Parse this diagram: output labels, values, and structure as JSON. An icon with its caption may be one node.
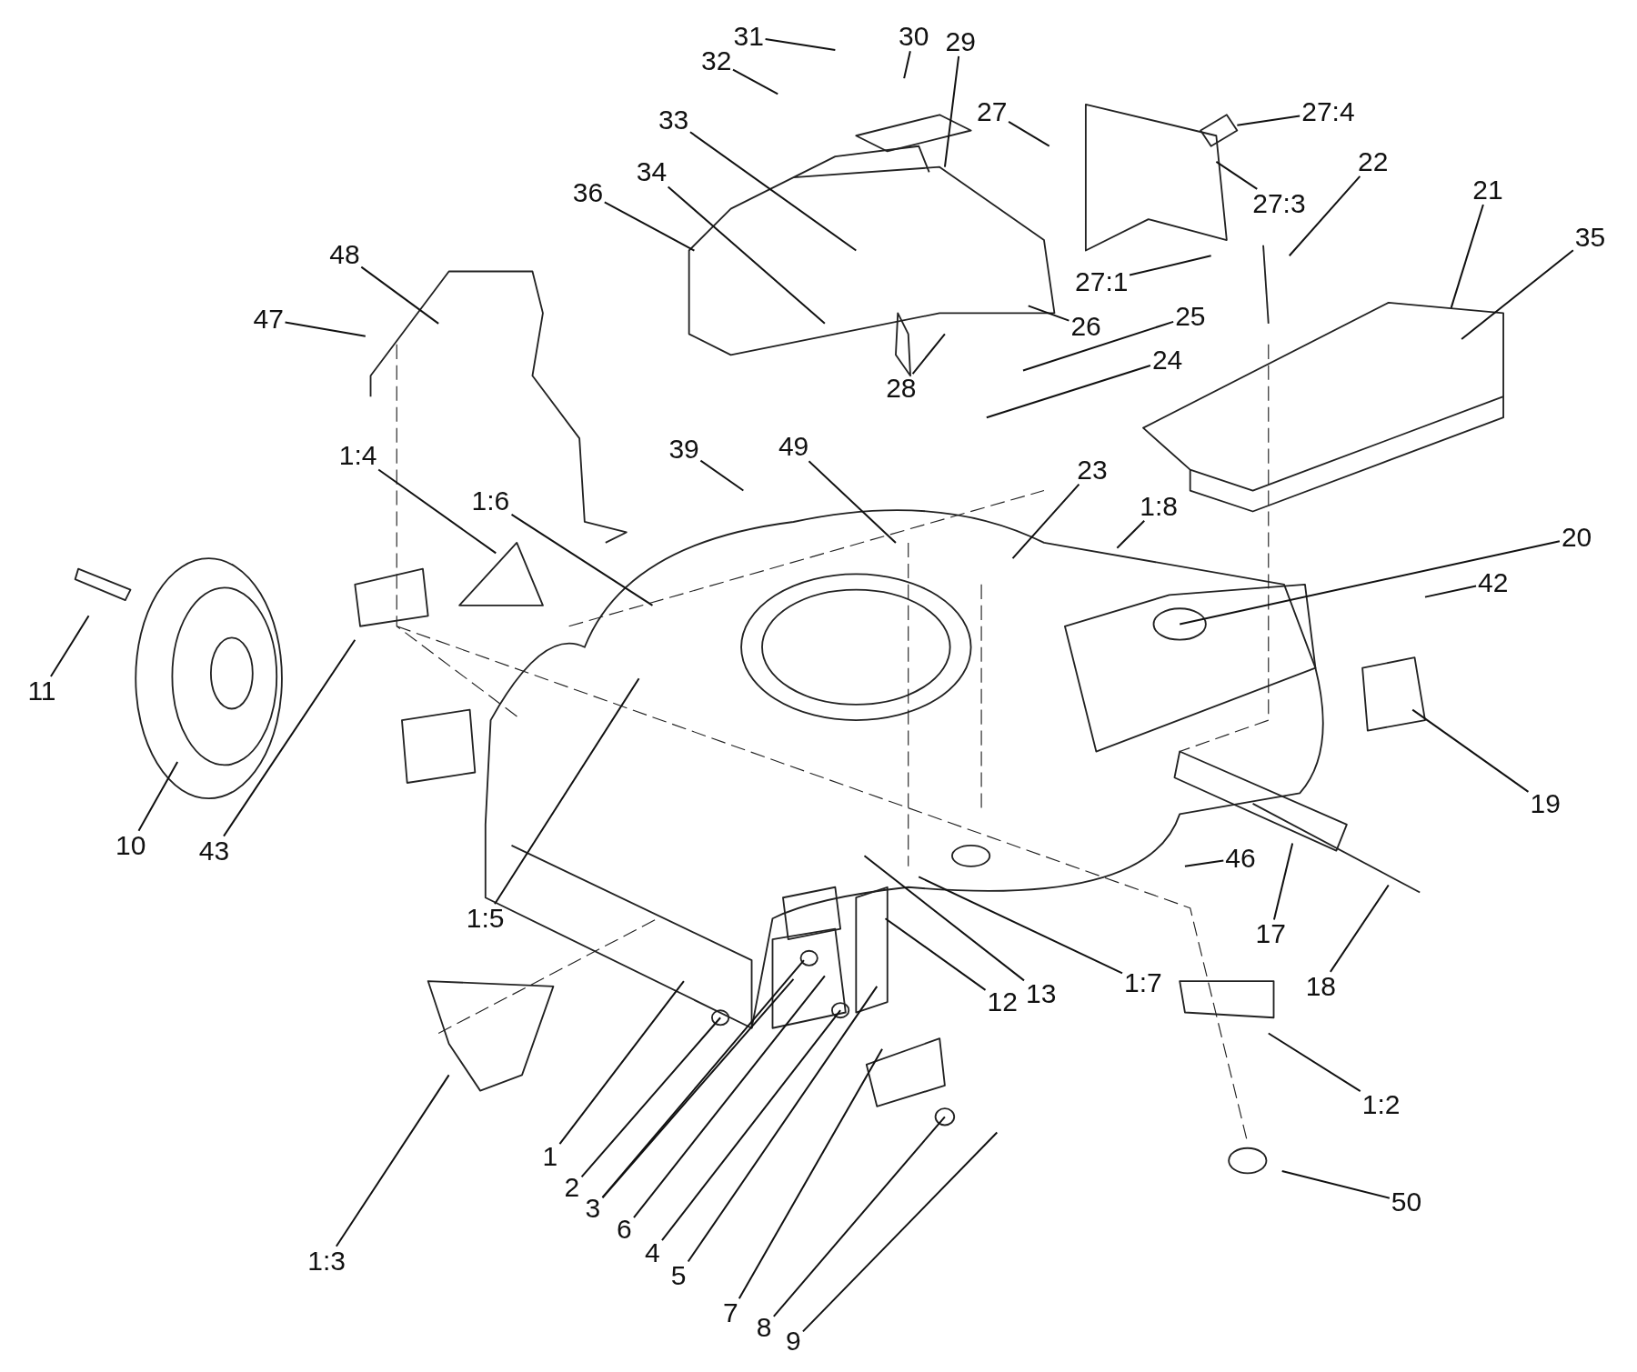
{
  "diagram": {
    "nodes": [
      {
        "text": [
          "31"
        ]
      },
      {
        "text": [
          "30"
        ]
      },
      {
        "text": [
          "29"
        ]
      },
      {
        "text": [
          "32"
        ]
      },
      {
        "text": [
          "27"
        ]
      },
      {
        "text": [
          "27:4"
        ]
      },
      {
        "text": [
          "33"
        ]
      },
      {
        "text": [
          "34"
        ]
      },
      {
        "text": [
          "36"
        ]
      },
      {
        "text": [
          "27:3"
        ]
      },
      {
        "text": [
          "22"
        ]
      },
      {
        "text": [
          "21"
        ]
      },
      {
        "text": [
          "35"
        ]
      },
      {
        "text": [
          "48"
        ]
      },
      {
        "text": [
          "27:1"
        ]
      },
      {
        "text": [
          "26"
        ]
      },
      {
        "text": [
          "25"
        ]
      },
      {
        "text": [
          "47"
        ]
      },
      {
        "text": [
          "28"
        ]
      },
      {
        "text": [
          "24"
        ]
      },
      {
        "text": [
          "1:4"
        ]
      },
      {
        "text": [
          "39"
        ]
      },
      {
        "text": [
          "49"
        ]
      },
      {
        "text": [
          "23"
        ]
      },
      {
        "text": [
          "1:6"
        ]
      },
      {
        "text": [
          "1:8"
        ]
      },
      {
        "text": [
          "20"
        ]
      },
      {
        "text": [
          "42"
        ]
      },
      {
        "text": [
          "11"
        ]
      },
      {
        "text": [
          "10"
        ]
      },
      {
        "text": [
          "43"
        ]
      },
      {
        "text": [
          "19"
        ]
      },
      {
        "text": [
          "1:5"
        ]
      },
      {
        "text": [
          "46"
        ]
      },
      {
        "text": [
          "17"
        ]
      },
      {
        "text": [
          "18"
        ]
      },
      {
        "text": [
          "12"
        ]
      },
      {
        "text": [
          "13"
        ]
      },
      {
        "text": [
          "1:7"
        ]
      },
      {
        "text": [
          "1:2"
        ]
      },
      {
        "text": [
          "1"
        ]
      },
      {
        "text": [
          "2"
        ]
      },
      {
        "text": [
          "3"
        ]
      },
      {
        "text": [
          "1:3"
        ]
      },
      {
        "text": [
          "6"
        ]
      },
      {
        "text": [
          "4"
        ]
      },
      {
        "text": [
          "5"
        ]
      },
      {
        "text": [
          "7"
        ]
      },
      {
        "text": [
          "8"
        ]
      },
      {
        "text": [
          "9"
        ]
      },
      {
        "text": [
          "50"
        ]
      }
    ],
    "edges": [
      {
        "from": 0,
        "to": null,
        "arrow": "none"
      },
      {
        "from": 1,
        "to": null,
        "arrow": "none"
      },
      {
        "from": 2,
        "to": null,
        "arrow": "none"
      },
      {
        "from": 3,
        "to": null,
        "arrow": "none"
      },
      {
        "from": 4,
        "to": null,
        "arrow": "none"
      },
      {
        "from": 5,
        "to": null,
        "arrow": "none"
      },
      {
        "from": 6,
        "to": null,
        "arrow": "none"
      },
      {
        "from": 7,
        "to": null,
        "arrow": "none"
      },
      {
        "from": 8,
        "to": null,
        "arrow": "none"
      },
      {
        "from": 9,
        "to": null,
        "arrow": "none"
      },
      {
        "from": 10,
        "to": null,
        "arrow": "none"
      },
      {
        "from": 11,
        "to": null,
        "arrow": "none"
      },
      {
        "from": 12,
        "to": null,
        "arrow": "none"
      },
      {
        "from": 13,
        "to": null,
        "arrow": "none"
      },
      {
        "from": 14,
        "to": null,
        "arrow": "none"
      },
      {
        "from": 15,
        "to": null,
        "arrow": "none"
      },
      {
        "from": 16,
        "to": null,
        "arrow": "none"
      },
      {
        "from": 17,
        "to": null,
        "arrow": "none"
      },
      {
        "from": 18,
        "to": null,
        "arrow": "none"
      },
      {
        "from": 19,
        "to": null,
        "arrow": "none"
      },
      {
        "from": 20,
        "to": null,
        "arrow": "none"
      },
      {
        "from": 21,
        "to": null,
        "arrow": "none"
      },
      {
        "from": 22,
        "to": null,
        "arrow": "none"
      },
      {
        "from": 23,
        "to": null,
        "arrow": "none"
      },
      {
        "from": 24,
        "to": null,
        "arrow": "none"
      },
      {
        "from": 25,
        "to": null,
        "arrow": "none"
      },
      {
        "from": 26,
        "to": null,
        "arrow": "none"
      },
      {
        "from": 27,
        "to": null,
        "arrow": "none"
      },
      {
        "from": 28,
        "to": null,
        "arrow": "none"
      },
      {
        "from": 29,
        "to": null,
        "arrow": "none"
      },
      {
        "from": 30,
        "to": null,
        "arrow": "none"
      },
      {
        "from": 31,
        "to": null,
        "arrow": "none"
      },
      {
        "from": 32,
        "to": null,
        "arrow": "none"
      },
      {
        "from": 33,
        "to": null,
        "arrow": "none"
      },
      {
        "from": 34,
        "to": null,
        "arrow": "none"
      },
      {
        "from": 35,
        "to": null,
        "arrow": "none"
      },
      {
        "from": 36,
        "to": null,
        "arrow": "none"
      },
      {
        "from": 37,
        "to": null,
        "arrow": "none"
      },
      {
        "from": 38,
        "to": null,
        "arrow": "none"
      },
      {
        "from": 39,
        "to": null,
        "arrow": "none"
      },
      {
        "from": 40,
        "to": null,
        "arrow": "none"
      },
      {
        "from": 41,
        "to": null,
        "arrow": "none"
      },
      {
        "from": 42,
        "to": null,
        "arrow": "none"
      },
      {
        "from": 42,
        "to": null,
        "arrow": "none"
      },
      {
        "from": 43,
        "to": null,
        "arrow": "none"
      },
      {
        "from": 44,
        "to": null,
        "arrow": "none"
      },
      {
        "from": 45,
        "to": null,
        "arrow": "none"
      },
      {
        "from": 46,
        "to": null,
        "arrow": "none"
      },
      {
        "from": 47,
        "to": null,
        "arrow": "none"
      },
      {
        "from": 48,
        "to": null,
        "arrow": "none"
      },
      {
        "from": 49,
        "to": null,
        "arrow": "none"
      },
      {
        "from": 50,
        "to": null,
        "arrow": "none"
      }
    ]
  }
}
